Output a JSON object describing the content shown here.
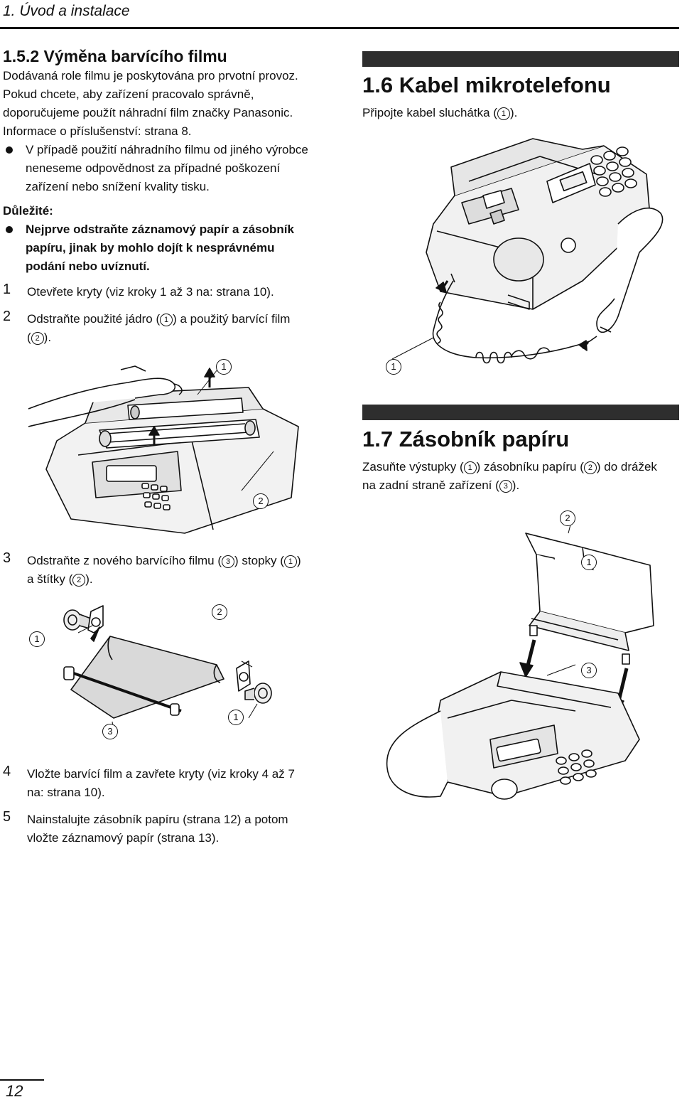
{
  "header": {
    "title": "1. Úvod a instalace"
  },
  "left": {
    "section_title": "1.5.2 Výměna barvícího filmu",
    "intro": [
      "Dodávaná role filmu je poskytována pro prvotní provoz.",
      "Pokud chcete, aby zařízení pracovalo správně,",
      "doporučujeme použít náhradní film značky Panasonic.",
      "Informace o příslušenství: strana 8."
    ],
    "bullet1": [
      "V případě použití náhradního filmu od jiného výrobce",
      "neneseme odpovědnost za případné poškození",
      "zařízení nebo snížení kvality tisku."
    ],
    "important_label": "Důležité:",
    "important_bullet": [
      "Nejprve odstraňte záznamový papír a zásobník",
      "papíru, jinak by mohlo dojít k nesprávnému",
      "podání nebo uvíznutí."
    ],
    "steps": [
      {
        "num": "1",
        "lines": [
          "Otevřete kryty (viz kroky 1 až 3 na: strana 10)."
        ]
      },
      {
        "num": "2",
        "line1_a": "Odstraňte použité jádro (",
        "c1": "1",
        "line1_b": ") a použitý barvící film",
        "line2_a": "(",
        "c2": "2",
        "line2_b": ")."
      },
      {
        "num": "3",
        "line1_a": "Odstraňte z nového barvícího filmu (",
        "c1": "3",
        "line1_b": ") stopky (",
        "c2": "1",
        "line1_c": ")",
        "line2_a": "a štítky (",
        "c3": "2",
        "line2_b": ")."
      },
      {
        "num": "4",
        "lines": [
          "Vložte barvící film a zavřete kryty (viz kroky 4 až 7",
          "na: strana 10)."
        ]
      },
      {
        "num": "5",
        "lines": [
          "Nainstalujte zásobník papíru (strana 12) a potom",
          "vložte záznamový papír (strana 13)."
        ]
      }
    ],
    "fig1_callouts": [
      "1",
      "2"
    ],
    "fig2_callouts": [
      "1",
      "2",
      "1",
      "3"
    ]
  },
  "right": {
    "s6_title": "1.6 Kabel mikrotelefonu",
    "s6_text_a": "Připojte kabel sluchátka (",
    "s6_c": "1",
    "s6_text_b": ").",
    "fig3_callout": "1",
    "s7_title": "1.7 Zásobník papíru",
    "s7_line1_a": "Zasuňte výstupky (",
    "s7_c1": "1",
    "s7_line1_b": ") zásobníku papíru (",
    "s7_c2": "2",
    "s7_line1_c": ") do drážek",
    "s7_line2_a": "na zadní straně zařízení (",
    "s7_c3": "3",
    "s7_line2_b": ").",
    "fig4_callouts": [
      "2",
      "1",
      "3"
    ]
  },
  "footer": {
    "page_number": "12"
  }
}
